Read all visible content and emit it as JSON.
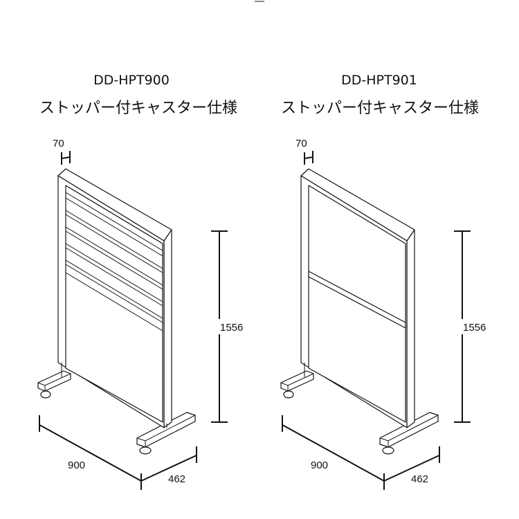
{
  "products": [
    {
      "model": "DD-HPT900",
      "spec": "ストッパー付キャスター仕様",
      "dims": {
        "thickness": "70",
        "height": "1556",
        "width": "900",
        "depth": "462"
      }
    },
    {
      "model": "DD-HPT901",
      "spec": "ストッパー付キャスター仕様",
      "dims": {
        "thickness": "70",
        "height": "1556",
        "width": "900",
        "depth": "462"
      }
    }
  ]
}
